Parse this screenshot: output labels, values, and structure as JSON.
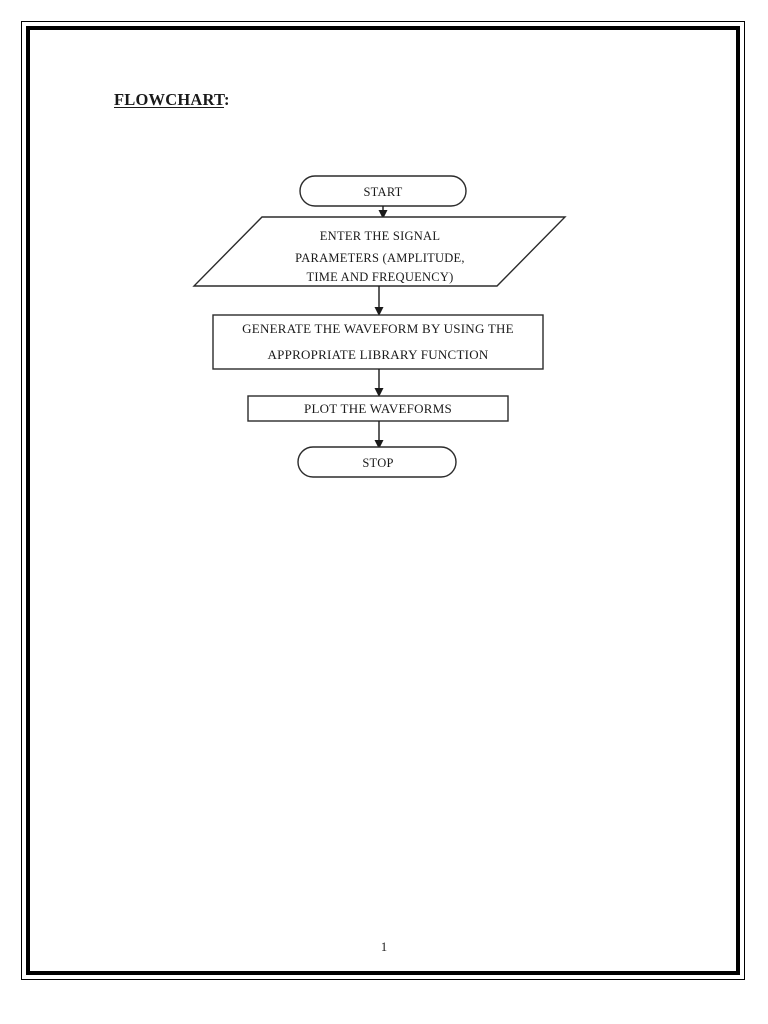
{
  "document": {
    "heading": "FLOWCHART",
    "heading_suffix": ":",
    "page_number": "1"
  },
  "flowchart": {
    "title": "FLOWCHART",
    "nodes": [
      {
        "id": "start",
        "type": "terminator",
        "label": "START",
        "lines": [
          "START"
        ]
      },
      {
        "id": "input-params",
        "type": "input-output",
        "label": "ENTER THE SIGNAL PARAMETERS (AMPLITUDE, TIME AND FREQUENCY)",
        "lines": [
          "ENTER THE SIGNAL",
          "PARAMETERS (AMPLITUDE,",
          "TIME AND FREQUENCY)"
        ]
      },
      {
        "id": "generate-waveform",
        "type": "process",
        "label": "GENERATE THE WAVEFORM BY USING THE APPROPRIATE LIBRARY FUNCTION",
        "lines": [
          "GENERATE THE WAVEFORM BY USING THE",
          "APPROPRIATE LIBRARY FUNCTION"
        ]
      },
      {
        "id": "plot-waveforms",
        "type": "process",
        "label": "PLOT THE WAVEFORMS",
        "lines": [
          "PLOT THE WAVEFORMS"
        ]
      },
      {
        "id": "stop",
        "type": "terminator",
        "label": "STOP",
        "lines": [
          "STOP"
        ]
      }
    ],
    "edges": [
      {
        "from": "start",
        "to": "input-params"
      },
      {
        "from": "input-params",
        "to": "generate-waveform"
      },
      {
        "from": "generate-waveform",
        "to": "plot-waveforms"
      },
      {
        "from": "plot-waveforms",
        "to": "stop"
      }
    ]
  },
  "colors": {
    "page_background": "#ffffff",
    "ink": "#1a1a1a",
    "shape_stroke": "#2b2b2b",
    "border": "#000000"
  }
}
